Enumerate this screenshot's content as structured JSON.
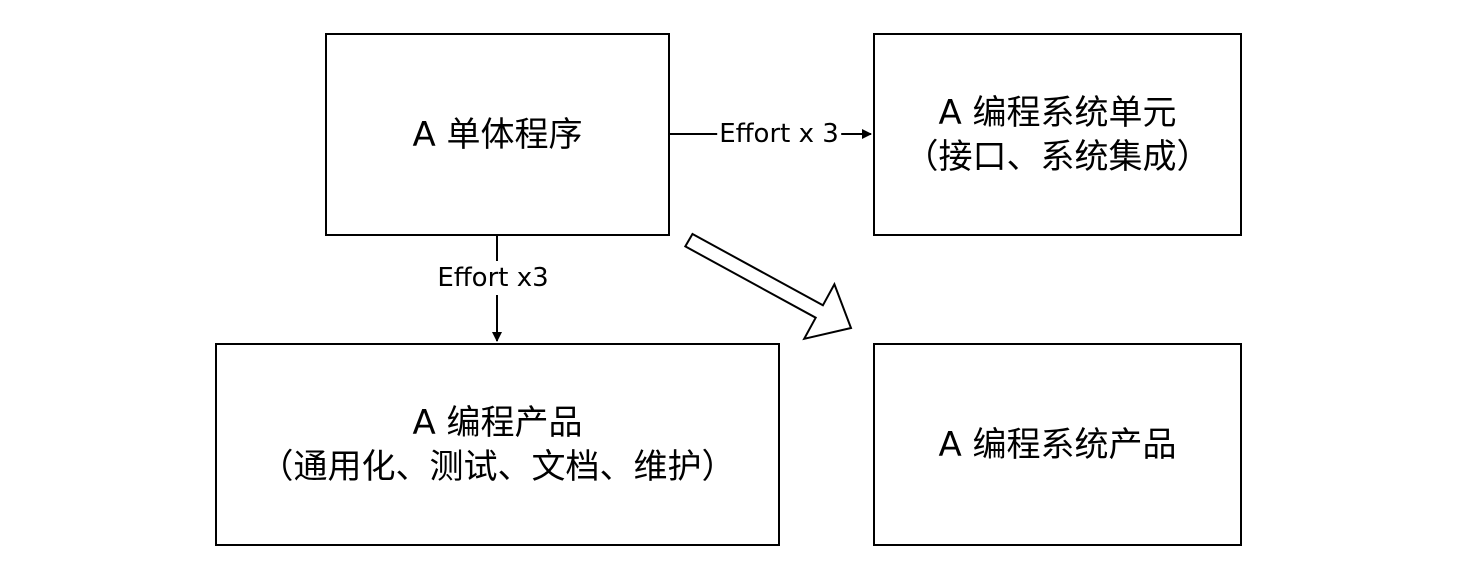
{
  "diagram": {
    "nodes": {
      "monolith": {
        "lines": [
          "A 单体程序"
        ]
      },
      "system_unit": {
        "lines": [
          "A 编程系统单元",
          "（接口、系统集成）"
        ]
      },
      "product": {
        "lines": [
          "A 编程产品",
          "（通用化、测试、文档、维护）"
        ]
      },
      "system_product": {
        "lines": [
          "A 编程系统产品"
        ]
      }
    },
    "edges": {
      "monolith_to_system_unit": {
        "label": "Effort x 3"
      },
      "monolith_to_product": {
        "label": "Effort x3"
      },
      "monolith_to_system_product": {
        "style": "hollow-arrow"
      }
    }
  }
}
